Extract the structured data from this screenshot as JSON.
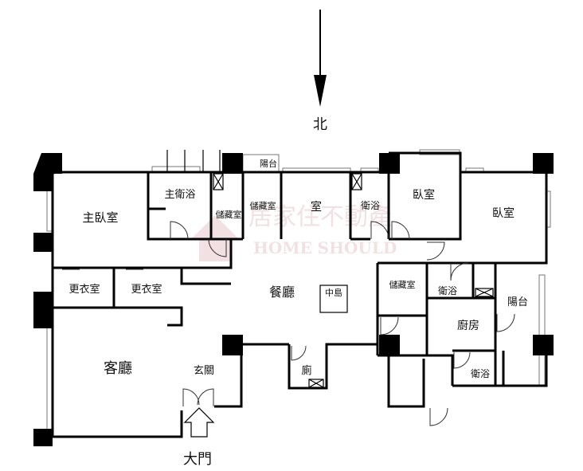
{
  "compass": {
    "north": "北"
  },
  "entrance": {
    "label": "大門"
  },
  "rooms": {
    "master_bedroom": "主臥室",
    "master_bath": "主衛浴",
    "storage_1": "儲藏室",
    "storage_2": "儲藏室",
    "room": "室",
    "bath_top": "衛浴",
    "bedroom_2": "臥室",
    "bedroom_3": "臥室",
    "balcony_top": "陽台",
    "closet_1": "更衣室",
    "closet_2": "更衣室",
    "dining": "餐廳",
    "island": "中島",
    "storage_3": "儲藏室",
    "bath_mid": "衛浴",
    "balcony_right": "陽台",
    "kitchen": "廚房",
    "living": "客廳",
    "foyer": "玄關",
    "toilet": "廁",
    "bath_bottom": "衛浴"
  },
  "watermark": {
    "text": "居家住不動產",
    "sub": "HOME SHOULD"
  }
}
